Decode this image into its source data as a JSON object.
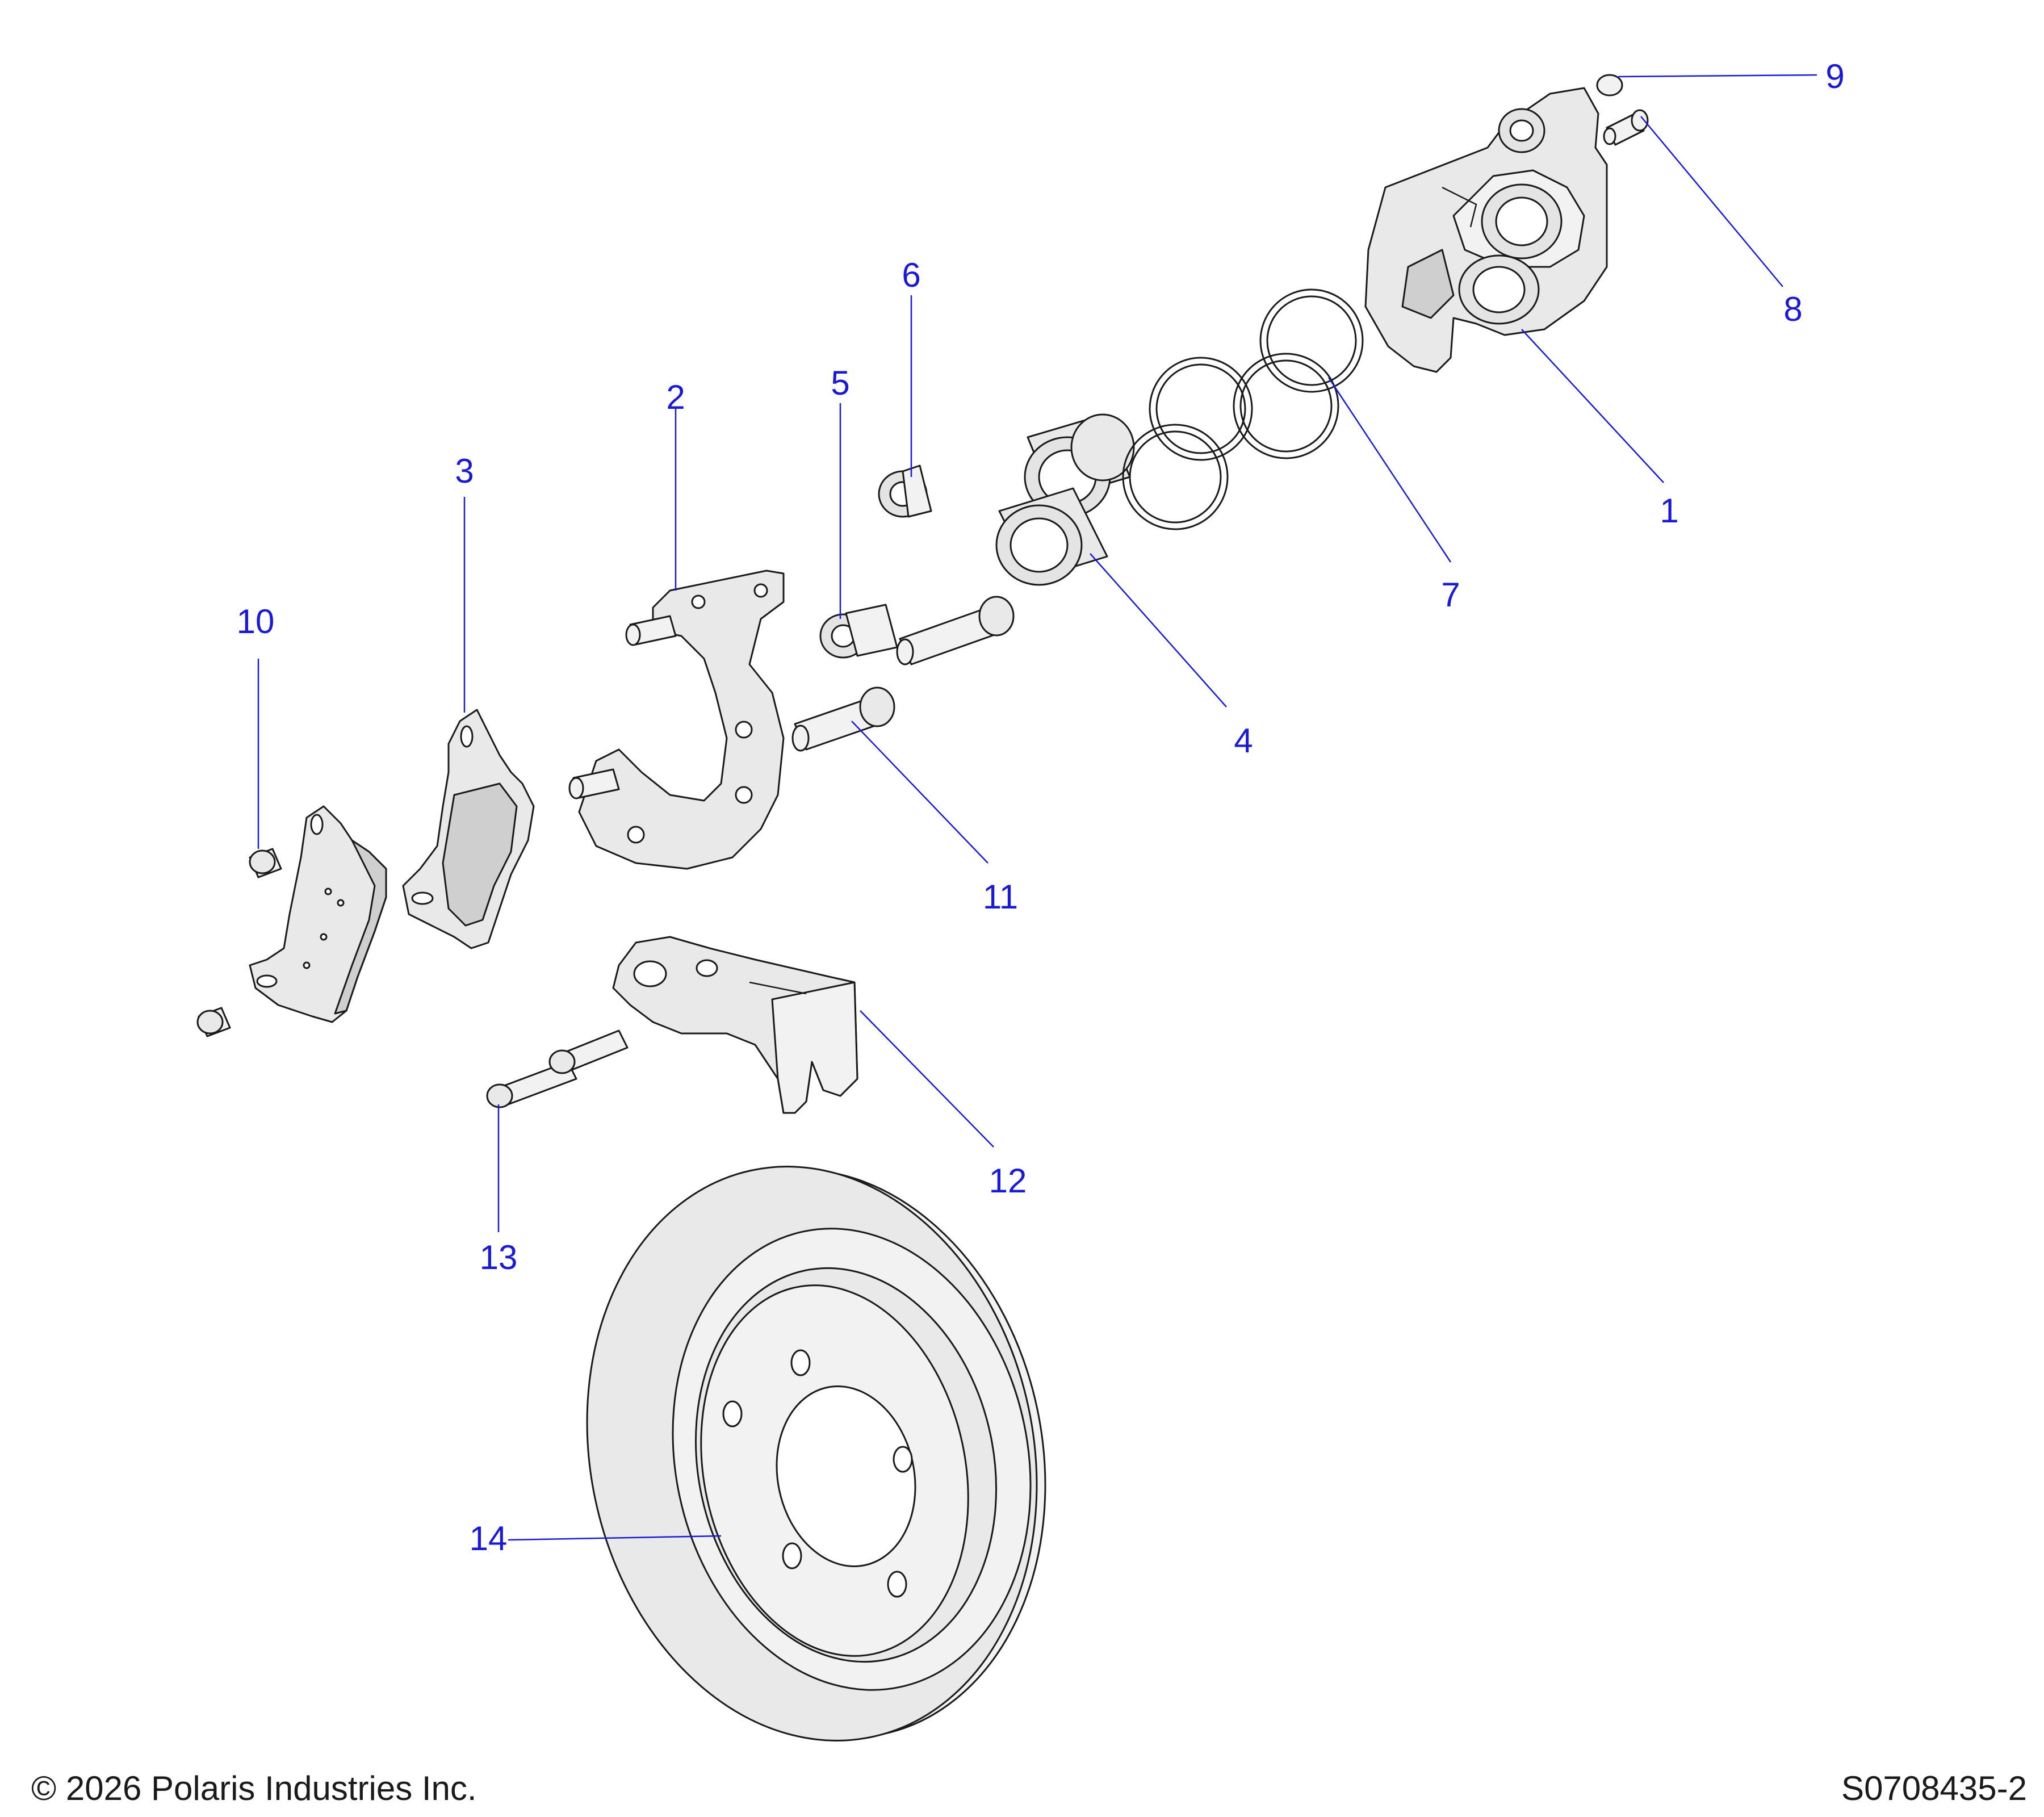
{
  "callouts": [
    "1",
    "2",
    "3",
    "4",
    "5",
    "6",
    "7",
    "8",
    "9",
    "10",
    "11",
    "12",
    "13",
    "14"
  ],
  "footer": {
    "copyright": "© 2026 Polaris Industries Inc.",
    "diagram_id": "S0708435-2"
  }
}
